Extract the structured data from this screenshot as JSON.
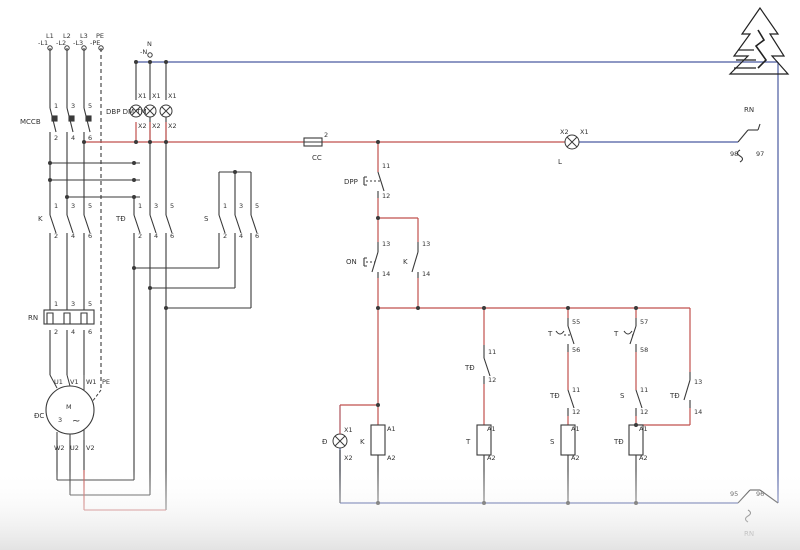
{
  "colors": {
    "wire_black": "#3a3a3a",
    "wire_red": "#c0504d",
    "wire_blue": "#4a5aa0",
    "background": "#ffffff",
    "bottom_fade": "#e9e9e9"
  },
  "icons": {
    "logo": "pine-tree-lightning-logo"
  },
  "supply": {
    "l1": "L1",
    "l2": "L2",
    "l3": "L3",
    "pe": "PE",
    "n": "N"
  },
  "devices": {
    "mccb": "MCCB",
    "dbp_group": "DBP DM TM",
    "k": "K",
    "td": "TĐ",
    "s": "S",
    "rn": "RN",
    "motor": "ĐC",
    "motor_m": "M",
    "motor_phase": "3",
    "motor_tilde": "~",
    "cc": "CC",
    "dpp": "DPP",
    "on": "ON",
    "d": "Đ",
    "t": "T",
    "rn_aux": "RN",
    "lamp_l": "L"
  },
  "terminals": {
    "t1": "1",
    "t2": "2",
    "t3": "3",
    "t4": "4",
    "t5": "5",
    "t6": "6",
    "t11": "11",
    "t12": "12",
    "t13": "13",
    "t14": "14",
    "t55": "55",
    "t56": "56",
    "t57": "57",
    "t58": "58",
    "t95": "95",
    "t96": "96",
    "t97": "97",
    "t98": "98",
    "x1": "X1",
    "x2": "X2",
    "a1": "A1",
    "a2": "A2",
    "u1": "U1",
    "v1": "V1",
    "w1": "W1",
    "w2": "W2",
    "u2": "U2",
    "v2": "V2",
    "pe_t": "PE",
    "n_minus": "-N",
    "l1_minus": "-L1",
    "l2_minus": "-L2",
    "l3_minus": "-L3",
    "pe_minus": "-PE",
    "cc_2": "2"
  }
}
